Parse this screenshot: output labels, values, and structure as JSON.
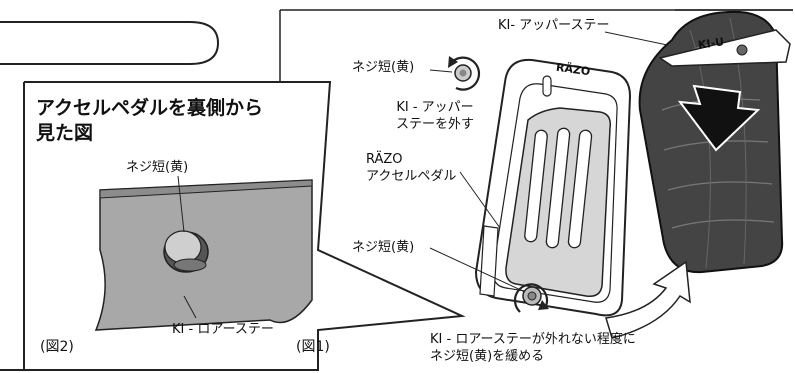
{
  "top_pill": {
    "text": ""
  },
  "inset": {
    "title_line1": "アクセルペダルを裏側から",
    "title_line2": "見た図",
    "screw_label": "ネジ短(黄)",
    "stay_label": "KI - ロアーステー",
    "fig_label": "(図2)"
  },
  "main": {
    "upper_stay_label": "KI- アッパーステー",
    "upper_stay_tag": "KI-U",
    "screw_top_label": "ネジ短(黄)",
    "remove_line1": "KI - アッパー",
    "remove_line2": "ステーを外す",
    "pedal_line1": "RÄZO",
    "pedal_line2": "アクセルペダル",
    "pedal_logo": "RÄZO",
    "screw_bottom_label": "ネジ短(黄)",
    "fig_label": "(図1)",
    "instruction_line1": "KI - ロアーステーが外れない程度に",
    "instruction_line2": "ネジ短(黄)を緩める"
  }
}
